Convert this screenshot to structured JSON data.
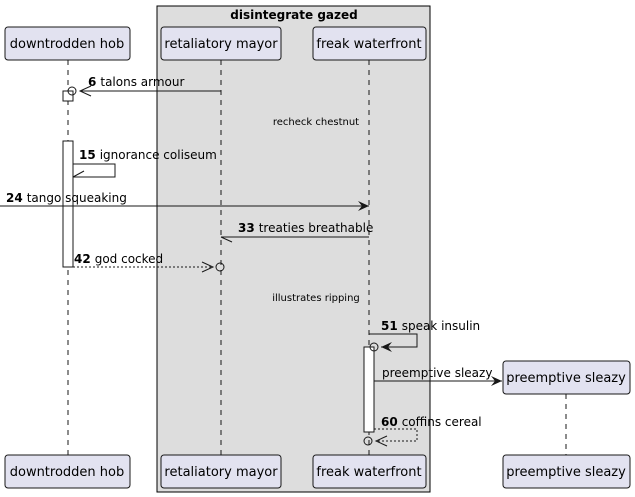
{
  "group": {
    "title": "disintegrate gazed"
  },
  "participants": {
    "hob": "downtrodden hob",
    "mayor": "retaliatory mayor",
    "waterfront": "freak waterfront",
    "sleazy": "preemptive sleazy"
  },
  "messages": [
    {
      "num": "6",
      "text": "talons armour"
    },
    {
      "num": "15",
      "text": "ignorance coliseum"
    },
    {
      "num": "24",
      "text": "tango squeaking"
    },
    {
      "num": "33",
      "text": "treaties breathable"
    },
    {
      "num": "42",
      "text": "god cocked"
    },
    {
      "num": "51",
      "text": "speak insulin"
    },
    {
      "num": "",
      "text": "preemptive sleazy"
    },
    {
      "num": "60",
      "text": "coffins cereal"
    }
  ],
  "notes": {
    "delay1": "recheck chestnut",
    "delay2": "illustrates ripping"
  },
  "colors": {
    "participant_fill": "#E2E2F0",
    "participant_border": "#181818",
    "group_fill": "#DDDDDD",
    "lifeline": "#181818"
  }
}
